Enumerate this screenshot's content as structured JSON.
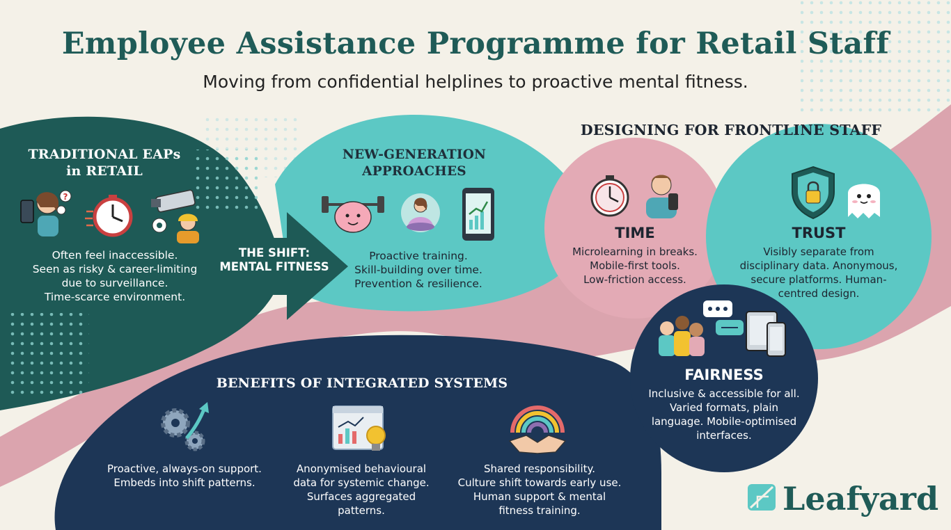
{
  "header": {
    "title": "Employee Assistance Programme for Retail Staff",
    "subtitle": "Moving from confidential helplines to proactive mental fitness."
  },
  "traditional": {
    "heading_line1": "TRADITIONAL EAPs",
    "heading_line2": "in RETAIL",
    "lines": [
      "Often feel inaccessible.",
      "Seen as risky & career-limiting",
      "due to surveillance.",
      "Time-scarce environment."
    ]
  },
  "shift": {
    "line1": "THE SHIFT:",
    "line2": "MENTAL FITNESS"
  },
  "new_generation": {
    "heading_line1": "NEW-GENERATION",
    "heading_line2": "APPROACHES",
    "lines": [
      "Proactive training.",
      "Skill-building over time.",
      "Prevention & resilience."
    ]
  },
  "designing": {
    "heading": "DESIGNING FOR FRONTLINE STAFF",
    "time": {
      "title": "TIME",
      "lines": [
        "Microlearning in breaks.",
        "Mobile-first tools.",
        "Low-friction access."
      ]
    },
    "trust": {
      "title": "TRUST",
      "lines": [
        "Visibly separate from",
        "disciplinary data. Anonymous,",
        "secure platforms. Human-",
        "centred design."
      ]
    },
    "fairness": {
      "title": "FAIRNESS",
      "lines": [
        "Inclusive & accessible for all.",
        "Varied formats, plain",
        "language. Mobile-optimised",
        "interfaces."
      ]
    }
  },
  "benefits": {
    "heading": "BENEFITS OF INTEGRATED SYSTEMS",
    "col1": [
      "Proactive, always-on support.",
      "Embeds into shift patterns."
    ],
    "col2": [
      "Anonymised behavioural",
      "data for systemic change.",
      "Surfaces aggregated",
      "patterns."
    ],
    "col3": [
      "Shared responsibility.",
      "Culture shift towards early use.",
      "Human support & mental",
      "fitness training."
    ]
  },
  "brand": {
    "name": "Leafyard"
  },
  "colors": {
    "background": "#f4f1e8",
    "dark_teal": "#1e5a56",
    "teal": "#5cc8c4",
    "pink": "#dba4ae",
    "navy": "#1d3656",
    "title": "#1f5b57"
  },
  "icons": [
    "stressed-woman-phone-icon",
    "alarm-clock-icon",
    "cctv-camera-icon",
    "eye-icon",
    "worker-icon",
    "brain-barbell-icon",
    "meditation-icon",
    "growth-tablet-icon",
    "stopwatch-icon",
    "man-phone-icon",
    "shield-lock-icon",
    "ghost-icon",
    "diverse-group-icon",
    "chat-bubbles-icon",
    "devices-icon",
    "gears-arrow-icon",
    "analytics-screen-icon",
    "lightbulb-icon",
    "rainbow-handshake-icon",
    "leafyard-logo-icon"
  ]
}
